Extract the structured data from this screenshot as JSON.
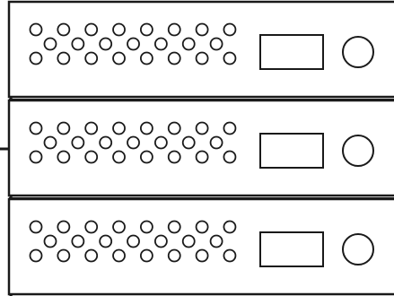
{
  "units": [
    {
      "id": "unit-1"
    },
    {
      "id": "unit-2"
    },
    {
      "id": "unit-3"
    }
  ],
  "vent_pattern": {
    "rows": [
      8,
      7,
      8
    ]
  },
  "colors": {
    "stroke": "#1a1a1a",
    "fill": "#ffffff"
  },
  "icons": {
    "vent": "vent-hole-icon",
    "display": "display-window-icon",
    "knob": "knob-icon"
  }
}
